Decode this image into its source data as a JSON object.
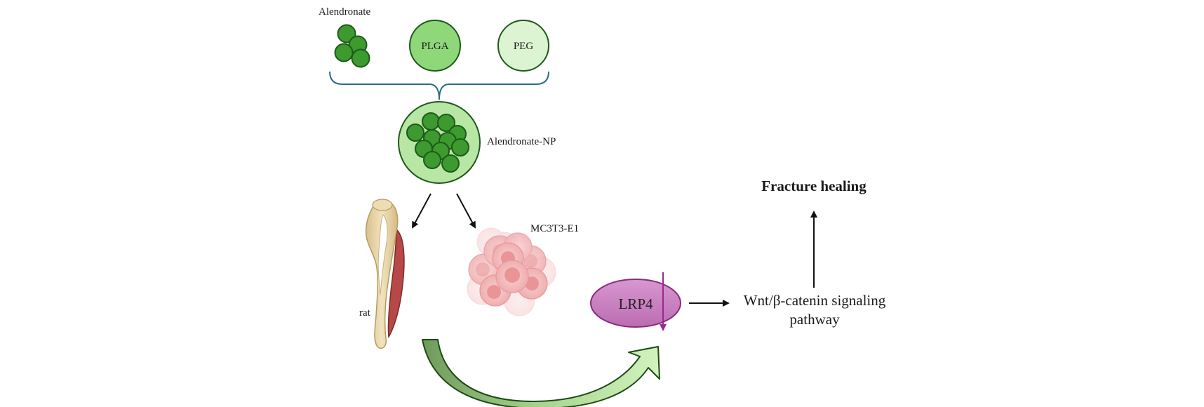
{
  "labels": {
    "alendronate": "Alendronate",
    "plga": "PLGA",
    "peg": "PEG",
    "nanoparticle": "Alendronate-NP",
    "rat": "rat",
    "cell_line": "MC3T3-E1",
    "receptor": "LRP4",
    "pathway_line1": "Wnt/β-catenin signaling",
    "pathway_line2": "pathway",
    "outcome": "Fracture healing"
  },
  "colors": {
    "dark_green": "#3c9a2e",
    "plga_green": "#8fd879",
    "peg_green": "#dcf4d2",
    "np_shell": "#b8e6a5",
    "outline_green": "#1e5a1a",
    "bracket": "#2d6a82",
    "lrp4_fill": "#c77cbf",
    "lrp4_stroke": "#8a2a80",
    "bone": "#e6d3a8",
    "muscle": "#b84848",
    "cell": "#f3b7b9",
    "cell_nucleus": "#e99598",
    "curved_arrow_dark": "#7ea36a",
    "curved_arrow_light": "#c8edb2"
  },
  "icons": {
    "bone": "rat-femur-icon",
    "cells": "cell-cluster-icon",
    "curved_arrow": "curved-arrow-icon"
  }
}
